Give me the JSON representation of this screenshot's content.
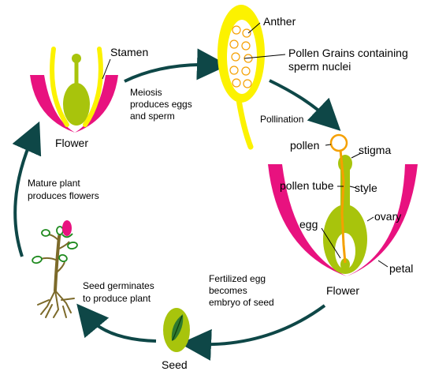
{
  "colors": {
    "petal_pink": "#e8127f",
    "anther_yellow": "#fcf200",
    "pistil_green": "#a8c40c",
    "pollen_orange": "#f5a000",
    "arrow_teal": "#0e4747",
    "stem_brown": "#7c6a2a",
    "leaf_green": "#1f8a1f"
  },
  "labels": {
    "flower_left": "Flower",
    "stamen": "Stamen",
    "anther": "Anther",
    "pollen_grains_line1": "Pollen Grains containing",
    "pollen_grains_line2": "sperm nuclei",
    "meiosis_line1": "Meiosis",
    "meiosis_line2": "produces eggs",
    "meiosis_line3": "and sperm",
    "pollination": "Pollination",
    "pollen": "pollen",
    "stigma": "stigma",
    "pollen_tube": "pollen tube",
    "style": "style",
    "egg": "egg",
    "ovary": "ovary",
    "petal": "petal",
    "flower_right": "Flower",
    "fertilized_line1": "Fertilized egg",
    "fertilized_line2": "becomes",
    "fertilized_line3": "embryo of seed",
    "seed": "Seed",
    "germinates_line1": "Seed germinates",
    "germinates_line2": "to produce plant",
    "mature_line1": "Mature plant",
    "mature_line2": "produces flowers"
  }
}
